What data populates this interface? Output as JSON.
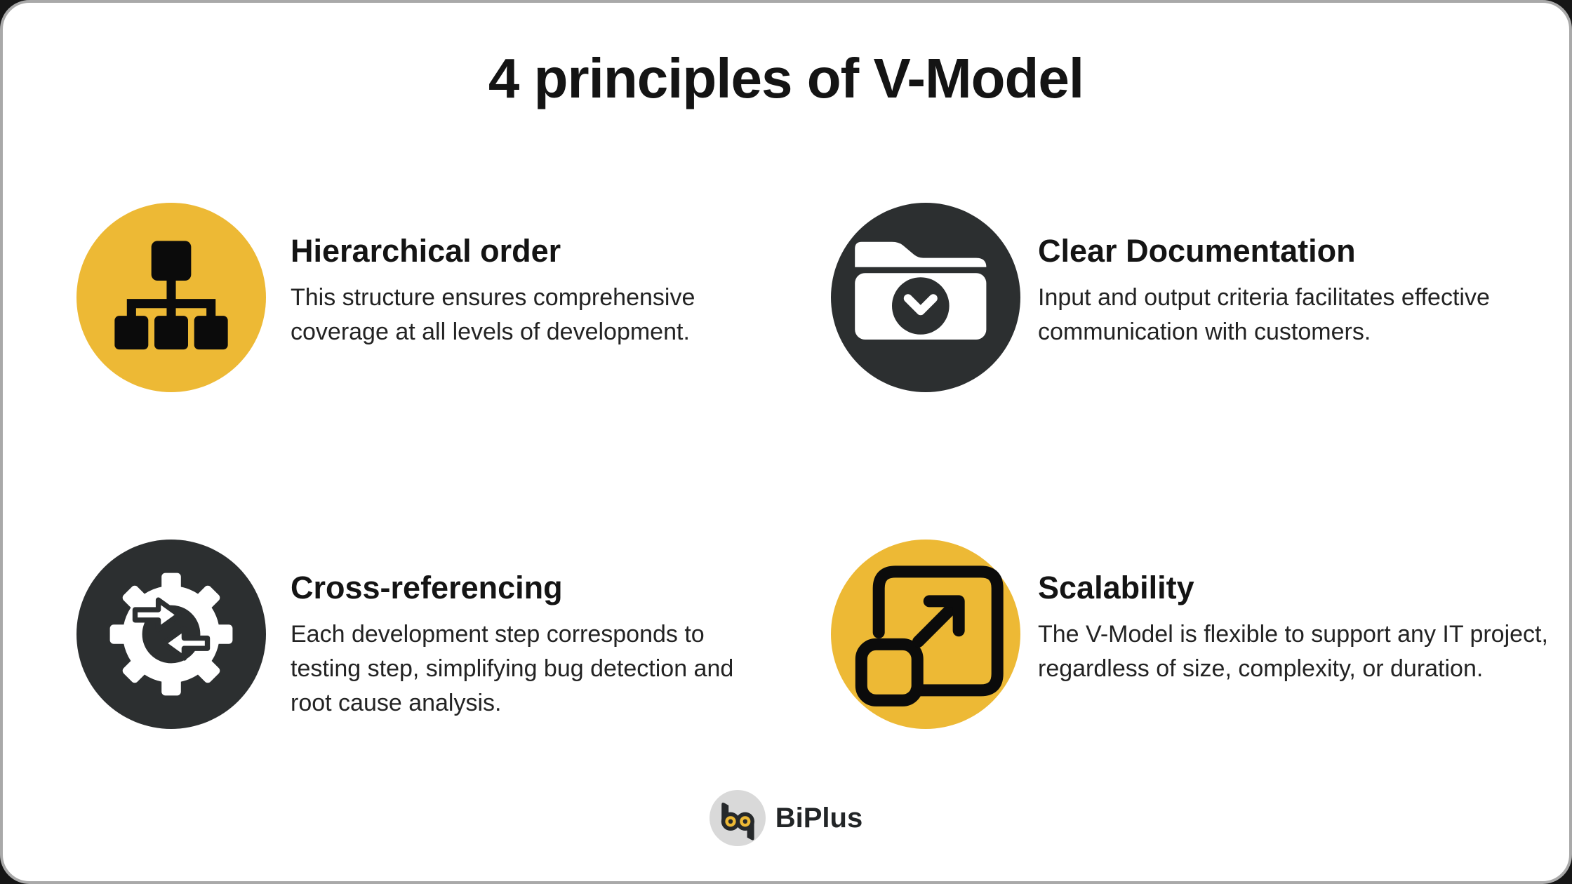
{
  "page": {
    "title": "4 principles of V-Model"
  },
  "colors": {
    "accent_yellow": "#EDB935",
    "accent_dark": "#2C2F30",
    "card_background": "#FFFFFF",
    "card_border": "#A9A9A9",
    "heading_text": "#141414",
    "body_text": "#232323",
    "logo_circle_gray": "#D9D9D9",
    "logo_eye_yellow": "#EDB935"
  },
  "principles": [
    {
      "title": "Hierarchical order",
      "icon": "hierarchy-icon",
      "icon_background": "#EDB935",
      "description": "This structure ensures comprehensive coverage at all levels of development."
    },
    {
      "title": "Clear Documentation",
      "icon": "folder-check-icon",
      "icon_background": "#2C2F30",
      "description": "Input and output criteria facilitates effective communication with customers."
    },
    {
      "title": "Cross-referencing",
      "icon": "gear-sync-arrows-icon",
      "icon_background": "#2C2F30",
      "description": "Each development step corresponds to testing step, simplifying bug detection and root cause analysis."
    },
    {
      "title": "Scalability",
      "icon": "expand-scale-icon",
      "icon_background": "#EDB935",
      "description": "The V-Model is flexible to support any IT project, regardless of size, complexity, or duration."
    }
  ],
  "footer": {
    "brand": "BiPlus"
  }
}
